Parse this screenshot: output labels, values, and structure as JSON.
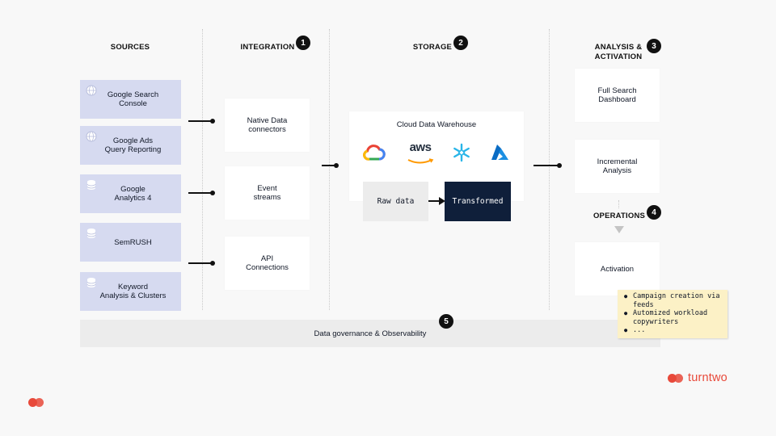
{
  "columns": {
    "sources": "SOURCES",
    "integration": "INTEGRATION",
    "storage": "STORAGE",
    "analysis_line1": "ANALYSIS &",
    "analysis_line2": "ACTIVATION",
    "operations": "OPERATIONS"
  },
  "badges": [
    "1",
    "2",
    "3",
    "4",
    "5"
  ],
  "sources": [
    {
      "line1": "Google Search",
      "line2": "Console",
      "icon": "globe-icon"
    },
    {
      "line1": "Google Ads",
      "line2": "Query Reporting",
      "icon": "globe-icon"
    },
    {
      "line1": "Google",
      "line2": "Analytics 4",
      "icon": "database-icon"
    },
    {
      "line1": "SemRUSH",
      "line2": "",
      "icon": "database-icon"
    },
    {
      "line1": "Keyword",
      "line2": "Analysis & Clusters",
      "icon": "database-icon"
    }
  ],
  "integration": [
    {
      "line1": "Native Data",
      "line2": "connectors"
    },
    {
      "line1": "Event",
      "line2": "streams"
    },
    {
      "line1": "API",
      "line2": "Connections"
    }
  ],
  "storage": {
    "title": "Cloud Data Warehouse",
    "logos": [
      "google-cloud-logo",
      "aws-logo",
      "snowflake-logo",
      "azure-logo"
    ],
    "aws_text": "aws",
    "raw": "Raw data",
    "transformed": "Transformed"
  },
  "analysis": [
    {
      "line1": "Full Search",
      "line2": "Dashboard"
    },
    {
      "line1": "Incremental",
      "line2": "Analysis"
    },
    {
      "line1": "Activation",
      "line2": ""
    }
  ],
  "note": {
    "items": [
      "Campaign creation via feeds",
      "Automized workload copywriters",
      "..."
    ]
  },
  "governance": "Data governance & Observability",
  "brand": {
    "name": "turntwo",
    "color": "#e8493a"
  },
  "colors": {
    "source_bg": "#d6daf0",
    "transformed_bg": "#0f1f3a",
    "note_bg": "#fcf1c6"
  }
}
